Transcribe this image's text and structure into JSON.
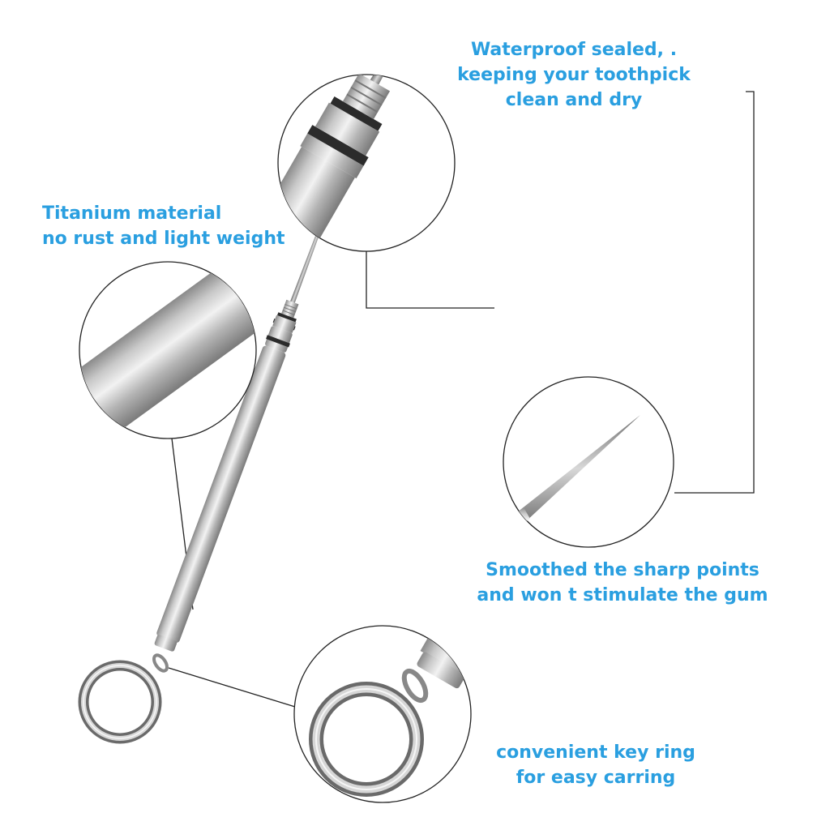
{
  "callouts": {
    "waterproof": {
      "line1": "Waterproof sealed, .",
      "line2": "keeping your toothpick",
      "line3": "clean and dry"
    },
    "titanium": {
      "line1": "Titanium material",
      "line2": "no rust and light weight"
    },
    "smooth": {
      "line1": "Smoothed the sharp points",
      "line2": "and won t stimulate the gum"
    },
    "keyring": {
      "line1": "convenient key ring",
      "line2": "for easy carring"
    }
  },
  "colors": {
    "label_text": "#2a9fe0",
    "metal_light": "#e6e6e6",
    "metal_dark": "#8a8a8a",
    "seal_ring": "#2b2b2b",
    "leader_line": "#222222"
  }
}
